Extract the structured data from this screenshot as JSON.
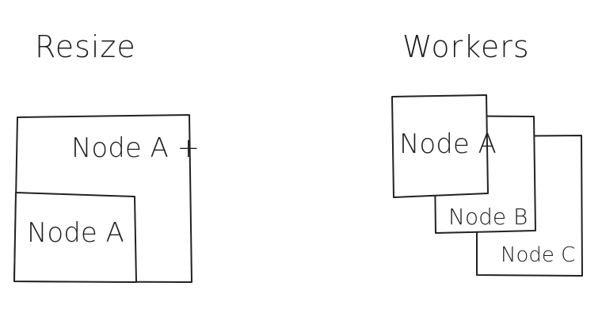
{
  "diagram": {
    "resize": {
      "title": "Resize",
      "outer_label": "Node A +",
      "inner_label": "Node A"
    },
    "workers": {
      "title": "Workers",
      "nodes": [
        {
          "label": "Node A"
        },
        {
          "label": "Node B"
        },
        {
          "label": "Node C"
        }
      ]
    },
    "colors": {
      "ink": "#222222",
      "background": "#ffffff"
    }
  }
}
